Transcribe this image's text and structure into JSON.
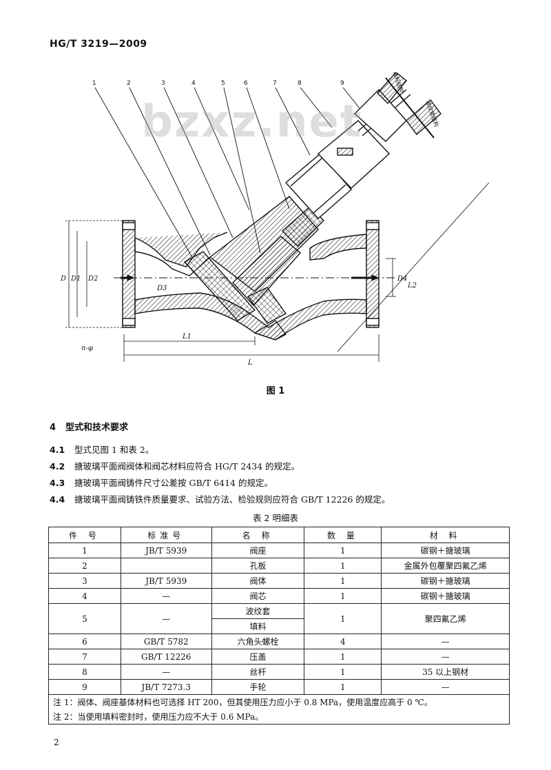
{
  "header": {
    "standard": "HG/T 3219—2009"
  },
  "watermark": "bzxz.net",
  "figure": {
    "callouts": [
      "1",
      "2",
      "3",
      "4",
      "5",
      "6",
      "7",
      "8",
      "9"
    ],
    "dimensions": {
      "D": "D",
      "D1": "D1",
      "D2": "D2",
      "D3": "D3",
      "D4": "D4",
      "L": "L",
      "L1": "L1",
      "L2": "L2",
      "n_phi": "n-φ"
    },
    "rotated_notes": [
      "填料结构",
      "波纹管结构"
    ],
    "caption": "图 1"
  },
  "section": {
    "number": "4",
    "title": "型式和技术要求"
  },
  "clauses": [
    {
      "number": "4.1",
      "text": "型式见图 1 和表 2。"
    },
    {
      "number": "4.2",
      "text": "搪玻璃平面阀阀体和阀芯材料应符合 HG/T 2434 的规定。"
    },
    {
      "number": "4.3",
      "text": "搪玻璃平面阀铸件尺寸公差按 GB/T 6414 的规定。"
    },
    {
      "number": "4.4",
      "text": "搪玻璃平面阀铸铁件质量要求、试验方法、检验规则应符合 GB/T 12226 的规定。"
    }
  ],
  "table": {
    "caption": "表 2  明细表",
    "headers": [
      "件 号",
      "标准号",
      "名 称",
      "数 量",
      "材 料"
    ],
    "rows": [
      {
        "no": "1",
        "std": "JB/T 5939",
        "name": "阀座",
        "qty": "1",
        "mat": "碳钢＋搪玻璃"
      },
      {
        "no": "2",
        "std": "",
        "name": "孔板",
        "qty": "1",
        "mat": "金属外包覆聚四氟乙烯"
      },
      {
        "no": "3",
        "std": "JB/T 5939",
        "name": "阀体",
        "qty": "1",
        "mat": "碳钢＋搪玻璃"
      },
      {
        "no": "4",
        "std": "—",
        "name": "阀芯",
        "qty": "1",
        "mat": "碳钢＋搪玻璃"
      },
      {
        "no": "5",
        "std": "—",
        "name": "波纹套",
        "name2": "填料",
        "qty": "1",
        "mat": "聚四氟乙烯"
      },
      {
        "no": "6",
        "std": "GB/T 5782",
        "name": "六角头螺栓",
        "qty": "4",
        "mat": "—"
      },
      {
        "no": "7",
        "std": "GB/T 12226",
        "name": "压盖",
        "qty": "1",
        "mat": "—"
      },
      {
        "no": "8",
        "std": "—",
        "name": "丝杆",
        "qty": "1",
        "mat": "35 以上钢材"
      },
      {
        "no": "9",
        "std": "JB/T 7273.3",
        "name": "手轮",
        "qty": "1",
        "mat": "—"
      }
    ],
    "notes": [
      "注 1：阀体、阀座基体材料也可选择 HT 200，但其使用压力应小于 0.8 MPa，使用温度应高于 0 ℃。",
      "注 2：当使用填料密封时，使用压力应不大于 0.6 MPa。"
    ]
  },
  "page_number": "2"
}
